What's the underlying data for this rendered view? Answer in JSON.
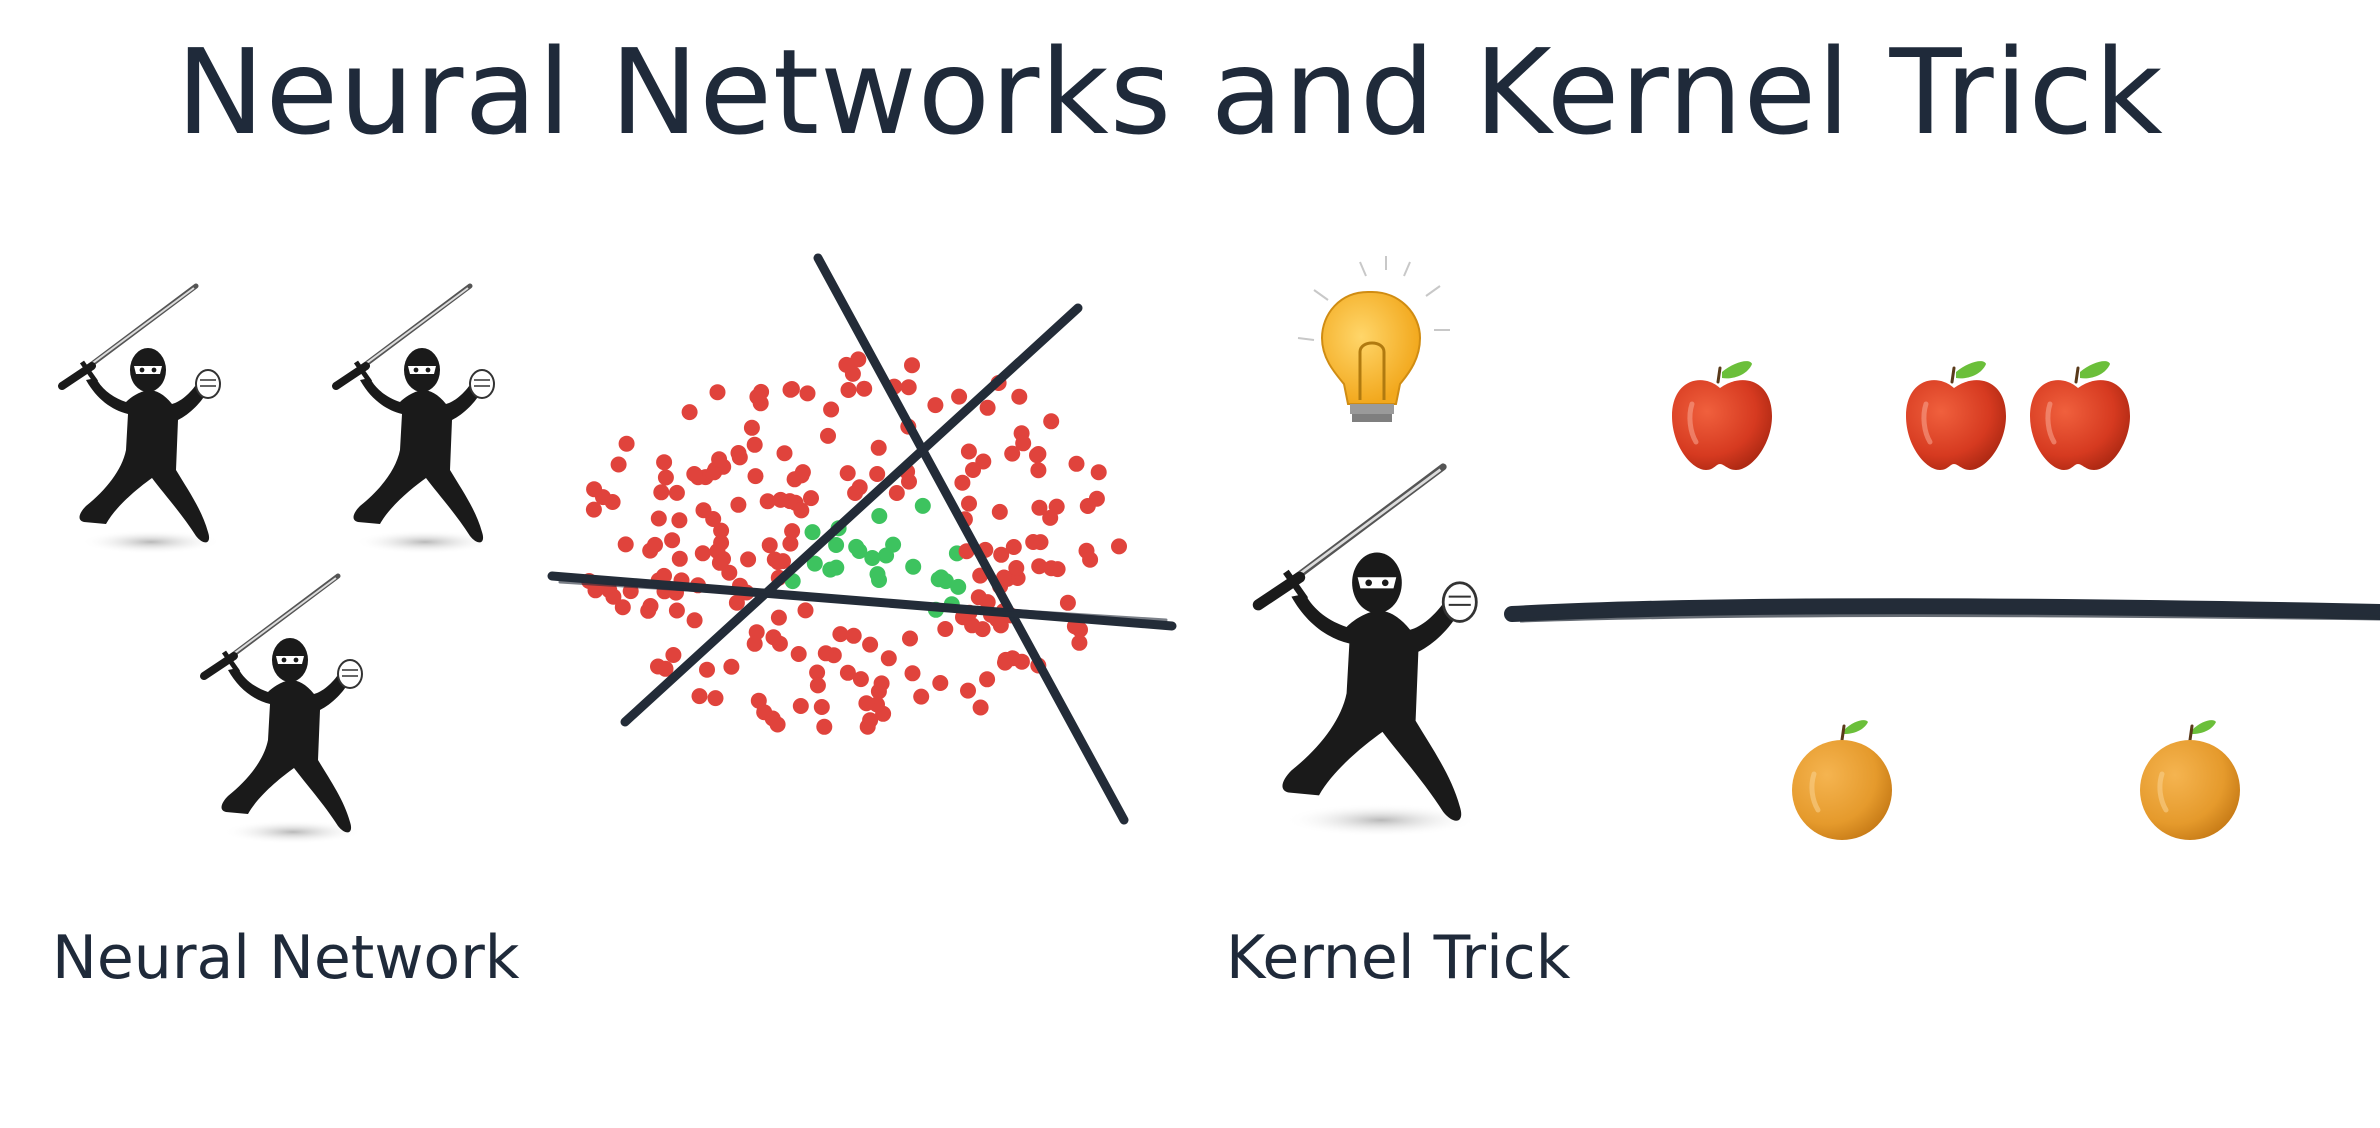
{
  "title": "Neural Networks and Kernel Trick",
  "captions": {
    "neural_network": "Neural Network",
    "kernel_trick": "Kernel Trick"
  },
  "icons": {
    "ninja": "ninja-icon",
    "bulb": "lightbulb-icon",
    "apple": "apple-icon",
    "orange": "orange-icon"
  },
  "colors": {
    "text": "#1f2a3a",
    "red_point": "#e0433c",
    "green_point": "#3dc35f",
    "line": "#232c38",
    "apple": "#d63a20",
    "orange": "#e59a2c",
    "bulb": "#f6b733",
    "ninja": "#1a1a1a"
  }
}
